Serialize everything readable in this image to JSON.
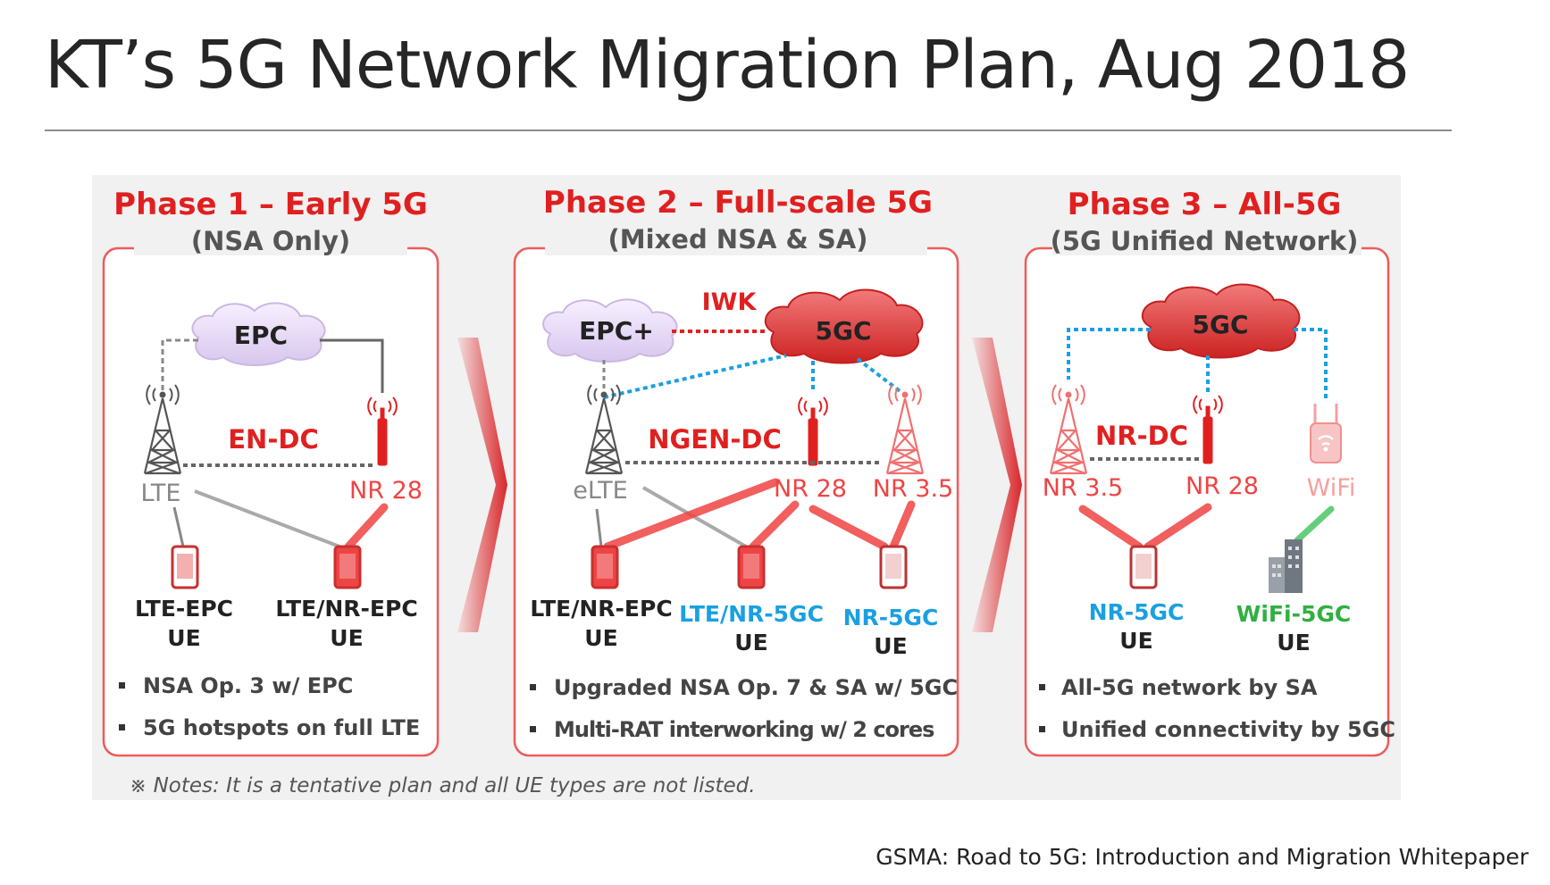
{
  "title": "KT’s 5G Network Migration Plan, Aug 2018",
  "source": "GSMA: Road to 5G: Introduction and Migration Whitepaper",
  "note": "※ Notes: It is a tentative plan and all UE types are not listed.",
  "colors": {
    "red": "#e02020",
    "blue": "#1aa0e0",
    "green": "#30b040",
    "gray": "#555555",
    "panel_bg": "#f1f1f1"
  },
  "phase1": {
    "title": "Phase 1 – Early 5G",
    "subtitle": "(NSA Only)",
    "core": "EPC",
    "link_label": "EN-DC",
    "lte": "LTE",
    "nr28": "NR 28",
    "ue1": [
      "LTE-EPC",
      "UE"
    ],
    "ue2": [
      "LTE/NR-EPC",
      "UE"
    ],
    "bullets": [
      "NSA Op. 3 w/ EPC",
      "5G hotspots on full LTE"
    ]
  },
  "phase2": {
    "title": "Phase 2 – Full-scale 5G",
    "subtitle": "(Mixed NSA & SA)",
    "core1": "EPC+",
    "core2": "5GC",
    "iwk": "IWK",
    "link_label": "NGEN-DC",
    "elte": "eLTE",
    "nr28": "NR 28",
    "nr35": "NR 3.5",
    "ue1": [
      "LTE/NR-EPC",
      "UE"
    ],
    "ue2": [
      "LTE/NR-5GC",
      "UE"
    ],
    "ue3": [
      "NR-5GC",
      "UE"
    ],
    "bullets": [
      "Upgraded NSA Op. 7 & SA w/ 5GC",
      "Multi-RAT interworking w/ 2 cores"
    ]
  },
  "phase3": {
    "title": "Phase 3 – All-5G",
    "subtitle": "(5G Unified Network)",
    "core": "5GC",
    "link_label": "NR-DC",
    "nr35": "NR 3.5",
    "nr28": "NR 28",
    "wifi": "WiFi",
    "ue1": [
      "NR-5GC",
      "UE"
    ],
    "ue2": [
      "WiFi-5GC",
      "UE"
    ],
    "bullets": [
      "All-5G network by SA",
      "Unified connectivity by 5GC"
    ]
  }
}
